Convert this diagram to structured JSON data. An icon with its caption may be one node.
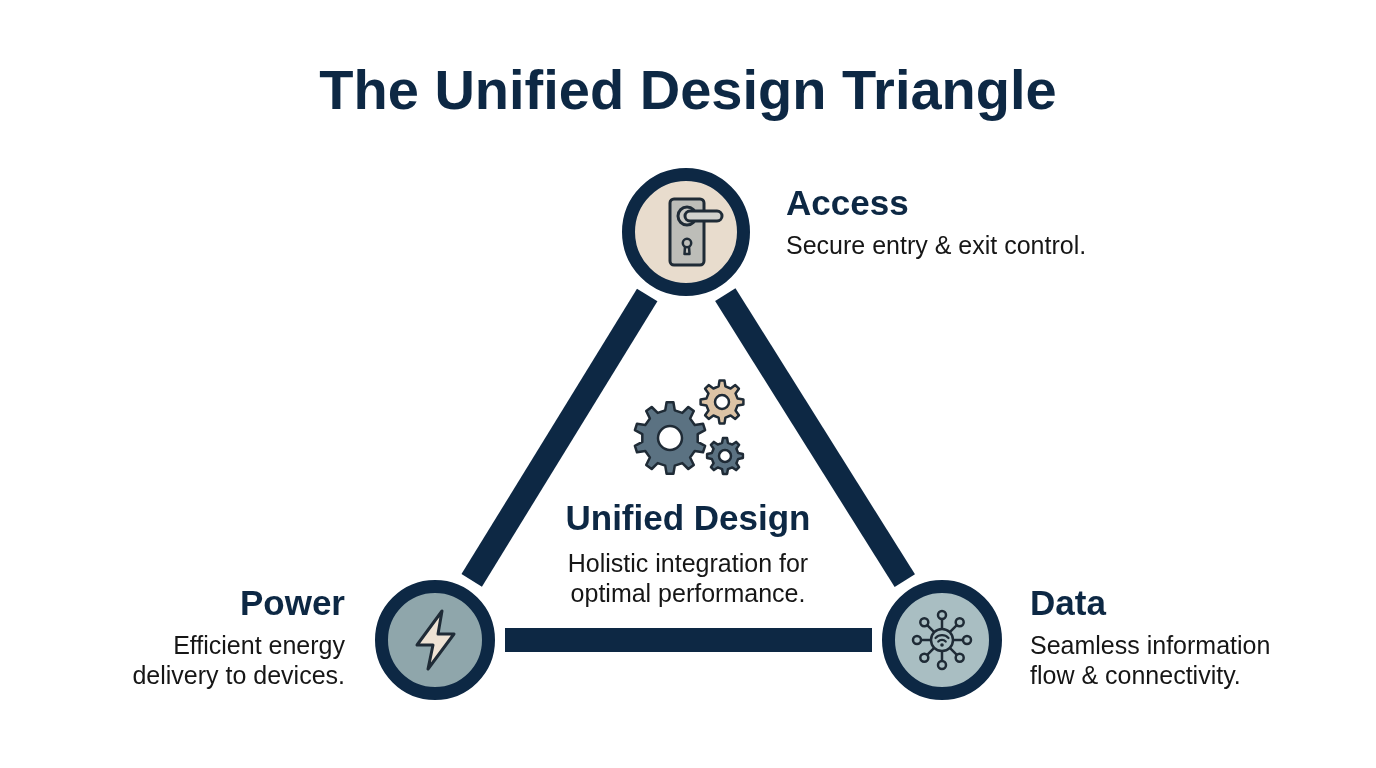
{
  "diagram": {
    "title": "The Unified Design Triangle",
    "nodes": [
      {
        "text": [
          "Access",
          "Secure entry & exit control."
        ]
      },
      {
        "text": [
          "Unified Design",
          "Holistic integration for optimal performance."
        ]
      },
      {
        "text": [
          "Power",
          "Efficient energy delivery to devices."
        ]
      },
      {
        "text": [
          "Data",
          "Seamless information flow & connectivity."
        ]
      }
    ],
    "edges": [
      {
        "from": 0,
        "to": 3,
        "arrow": "none"
      },
      {
        "from": 3,
        "to": 2,
        "arrow": "none"
      },
      {
        "from": 2,
        "to": 0,
        "arrow": "none"
      }
    ]
  }
}
